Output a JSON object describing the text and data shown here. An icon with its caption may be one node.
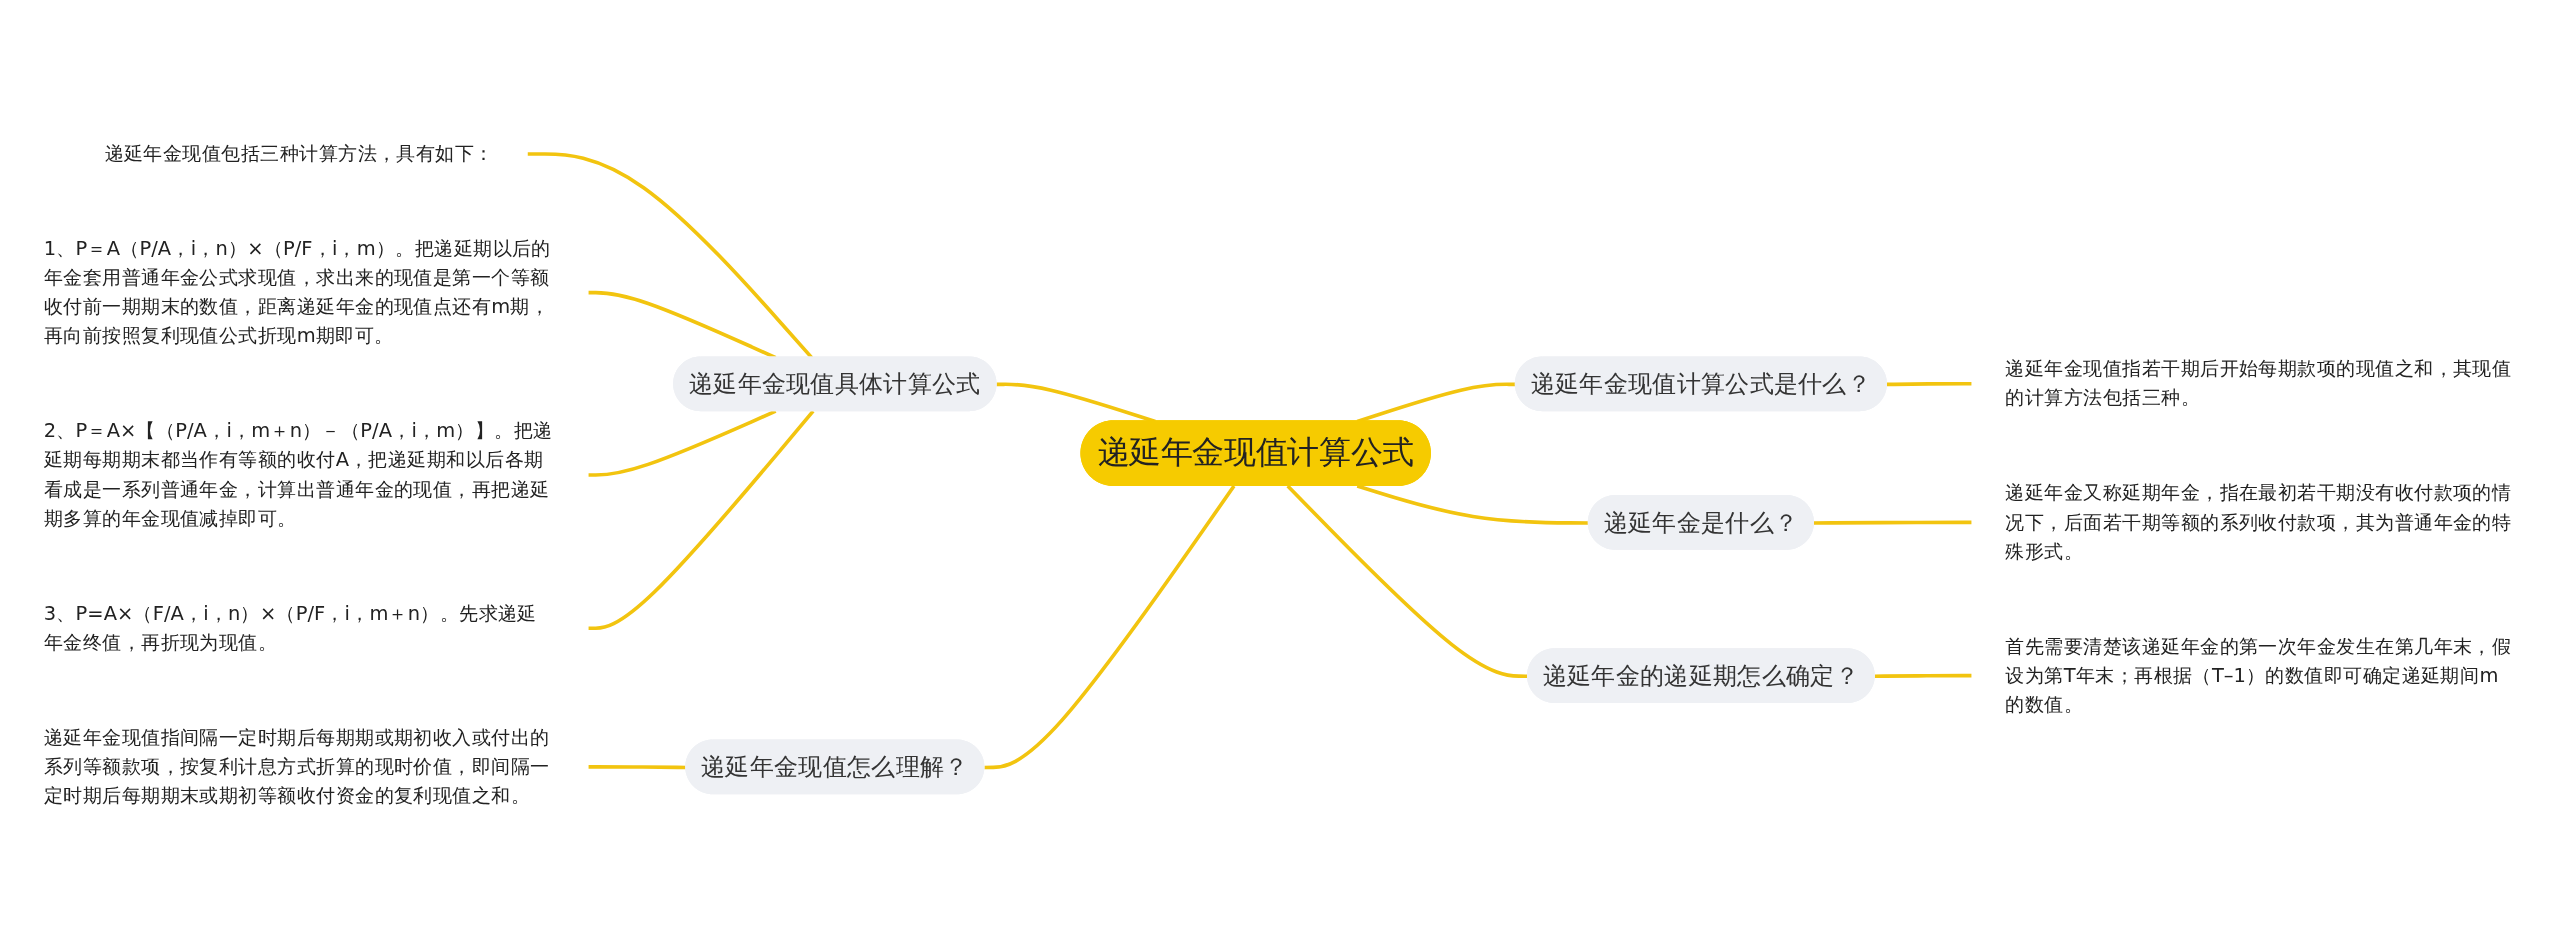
{
  "diagram": {
    "nodes": [
      {
        "text": [
          "递延年金现值计算公式"
        ]
      },
      {
        "text": [
          "递延年金现值计算公式是什么？"
        ]
      },
      {
        "text": [
          "递延年金现值指若干期后开始每期款项的现值之和，其现值的计算方法包括三种。"
        ]
      },
      {
        "text": [
          "递延年金是什么？"
        ]
      },
      {
        "text": [
          "递延年金又称延期年金，指在最初若干期没有收付款项的情况下，后面若干期等额的系列收付款项，其为普通年金的特殊形式。"
        ]
      },
      {
        "text": [
          "递延年金的递延期怎么确定？"
        ]
      },
      {
        "text": [
          "首先需要清楚该递延年金的第一次年金发生在第几年末，假设为第T年末；再根据（T–1）的数值即可确定递延期间m的数值。"
        ]
      },
      {
        "text": [
          "递延年金现值具体计算公式"
        ]
      },
      {
        "text": [
          "递延年金现值包括三种计算方法，具有如下："
        ]
      },
      {
        "text": [
          "1、P＝A（P/A，i，n）×（P/F，i，m）。把递延期以后的年金套用普通年金公式求现值，求出来的现值是第一个等额收付前一期期末的数值，距离递延年金的现值点还有m期，再向前按照复利现值公式折现m期即可。"
        ]
      },
      {
        "text": [
          "2、P＝A×【（P/A，i，m＋n）－（P/A，i，m）】。把递延期每期期末都当作有等额的收付A，把递延期和以后各期看成是一系列普通年金，计算出普通年金的现值，再把递延期多算的年金现值减掉即可。"
        ]
      },
      {
        "text": [
          "3、P=A×（F/A，i，n）×（P/F，i，m＋n）。先求递延年金终值，再折现为现值。"
        ]
      },
      {
        "text": [
          "递延年金现值怎么理解？"
        ]
      },
      {
        "text": [
          "递延年金现值指间隔一定时期后每期期或期初收入或付出的系列等额款项，按复利计息方式折算的现时价值，即间隔一定时期后每期期末或期初等额收付资金的复利现值之和。"
        ]
      }
    ],
    "edges": [
      {
        "from": 0,
        "to": 1,
        "arrow": "none"
      },
      {
        "from": 1,
        "to": 2,
        "arrow": "none"
      },
      {
        "from": 0,
        "to": 3,
        "arrow": "none"
      },
      {
        "from": 3,
        "to": 4,
        "arrow": "none"
      },
      {
        "from": 0,
        "to": 5,
        "arrow": "none"
      },
      {
        "from": 5,
        "to": 6,
        "arrow": "none"
      },
      {
        "from": 7,
        "to": 0,
        "arrow": "none"
      },
      {
        "from": 8,
        "to": 7,
        "arrow": "none"
      },
      {
        "from": 9,
        "to": 7,
        "arrow": "none"
      },
      {
        "from": 10,
        "to": 7,
        "arrow": "none"
      },
      {
        "from": 11,
        "to": 7,
        "arrow": "none"
      },
      {
        "from": 12,
        "to": 0,
        "arrow": "none"
      },
      {
        "from": 13,
        "to": 12,
        "arrow": "none"
      }
    ]
  }
}
